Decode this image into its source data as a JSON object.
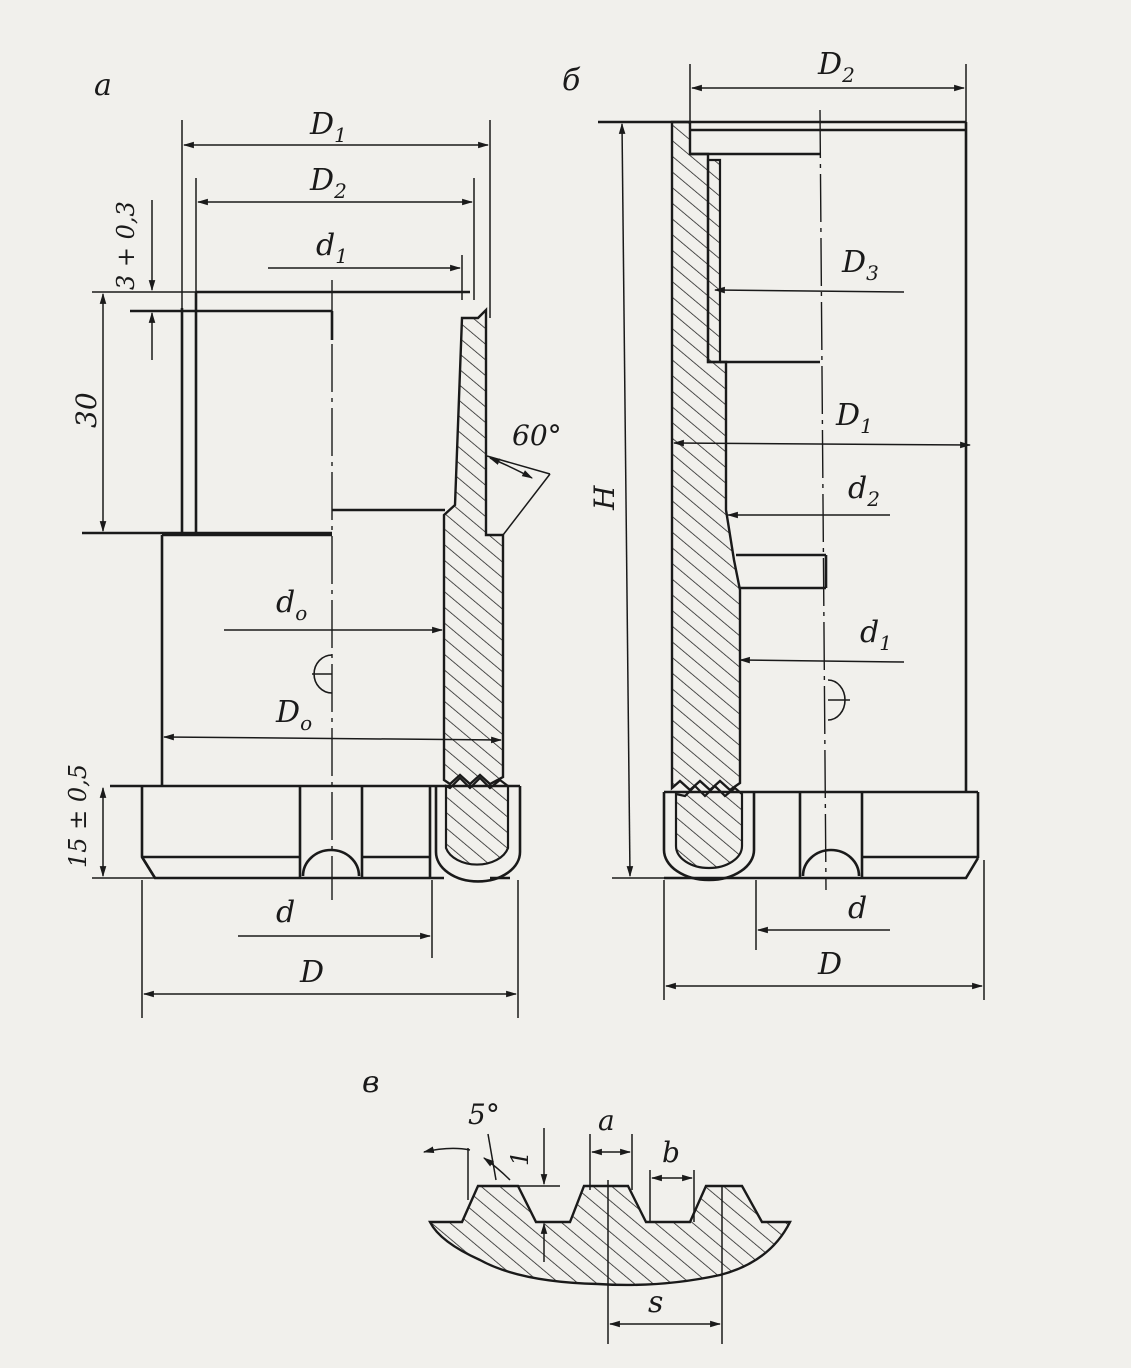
{
  "views": {
    "a": {
      "label": "а",
      "dims": {
        "D1": {
          "main": "D",
          "sub": "1"
        },
        "D2": {
          "main": "D",
          "sub": "2"
        },
        "d1": {
          "main": "d",
          "sub": "1"
        },
        "d0": {
          "main": "d",
          "sub": "o"
        },
        "D0": {
          "main": "D",
          "sub": "o"
        },
        "d": "d",
        "D": "D",
        "angle": "60°",
        "gap": "3 + 0,3",
        "height_top": "30",
        "height_base": "15 ± 0,5"
      }
    },
    "b": {
      "label": "б",
      "dims": {
        "D2": {
          "main": "D",
          "sub": "2"
        },
        "D3": {
          "main": "D",
          "sub": "3"
        },
        "D1": {
          "main": "D",
          "sub": "1"
        },
        "d2": {
          "main": "d",
          "sub": "2"
        },
        "d1": {
          "main": "d",
          "sub": "1"
        },
        "H": "H",
        "d": "d",
        "D": "D"
      }
    },
    "c": {
      "label": "в",
      "dims": {
        "angle": "5°",
        "h": "1",
        "a": "a",
        "b": "b",
        "s": "s"
      }
    }
  },
  "colors": {
    "ink": "#1a1a1a",
    "paper": "#f1f0ec"
  }
}
